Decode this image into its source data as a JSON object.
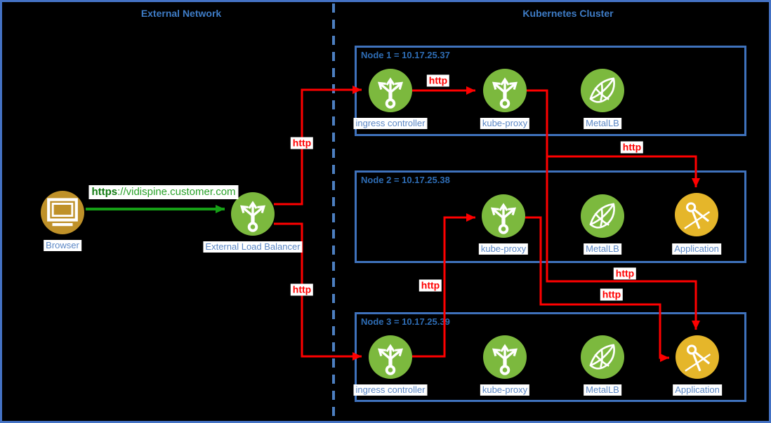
{
  "titles": {
    "external_network": "External Network",
    "kubernetes_cluster": "Kubernetes Cluster"
  },
  "external": {
    "browser": {
      "label": "Browser",
      "icon": "browser-monitor-icon",
      "color": "#bf9129"
    },
    "load_balancer": {
      "label": "External Load Balancer",
      "icon": "load-balancer-icon",
      "color": "#7cb93e"
    },
    "request_url": {
      "scheme": "https",
      "rest": "://vidispine.customer.com"
    }
  },
  "nodes": [
    {
      "title": "Node 1 = 10.17.25.37",
      "components": [
        "ingress controller",
        "kube-proxy",
        "MetalLB"
      ]
    },
    {
      "title": "Node 2 = 10.17.25.38",
      "components": [
        "kube-proxy",
        "MetalLB",
        "Application"
      ]
    },
    {
      "title": "Node 3 = 10.17.25.39",
      "components": [
        "ingress controller",
        "kube-proxy",
        "MetalLB",
        "Application"
      ]
    }
  ],
  "edges": [
    {
      "from": "browser",
      "to": "external-load-balancer",
      "label": "https://vidispine.customer.com",
      "color": "#28a228"
    },
    {
      "from": "external-load-balancer",
      "to": "node1-ingress-controller",
      "label": "http",
      "color": "#ff0000"
    },
    {
      "from": "external-load-balancer",
      "to": "node3-ingress-controller",
      "label": "http",
      "color": "#ff0000"
    },
    {
      "from": "node1-ingress-controller",
      "to": "node1-kube-proxy",
      "label": "http",
      "color": "#ff0000"
    },
    {
      "from": "node1-kube-proxy",
      "to": "node2-application",
      "label": "http",
      "color": "#ff0000"
    },
    {
      "from": "node1-kube-proxy",
      "to": "node3-application",
      "label": "http",
      "color": "#ff0000"
    },
    {
      "from": "node3-ingress-controller",
      "to": "node2-kube-proxy",
      "label": "http",
      "color": "#ff0000"
    },
    {
      "from": "node2-kube-proxy",
      "to": "node3-application",
      "label": "http",
      "color": "#ff0000"
    }
  ],
  "colors": {
    "background": "#000000",
    "border_blue": "#4472c4",
    "node_border_blue": "#3f72bc",
    "divider_blue": "#4d7fc0",
    "title_blue": "#3e7cc6",
    "node_title_blue": "#2e6db5",
    "label_text_blue": "#5b87c5",
    "component_green": "#7cb93e",
    "browser_gold": "#bf9129",
    "application_gold": "#e5b62a",
    "http_red": "#ff0000",
    "https_green_bold": "#0f7b0f",
    "https_green": "#28a228"
  }
}
